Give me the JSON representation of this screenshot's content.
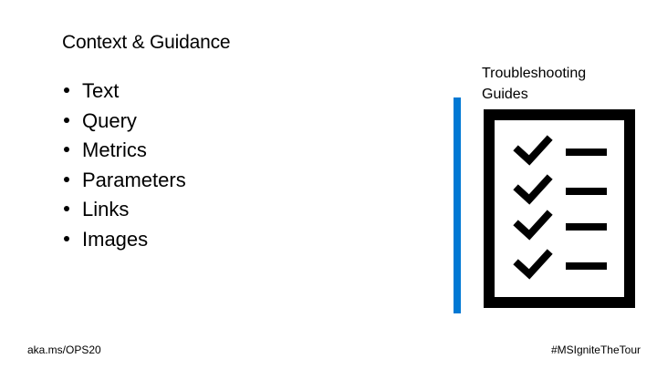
{
  "slide": {
    "title": "Context & Guidance",
    "bullets": [
      "Text",
      "Query",
      "Metrics",
      "Parameters",
      "Links",
      "Images"
    ],
    "guide_label_line1": "Troubleshooting",
    "guide_label_line2": "Guides",
    "icon": "checklist-icon",
    "footer_left": "aka.ms/OPS20",
    "footer_right": "#MSIgniteTheTour"
  },
  "colors": {
    "accent": "#0078d4",
    "text": "#000000",
    "background": "#ffffff"
  }
}
